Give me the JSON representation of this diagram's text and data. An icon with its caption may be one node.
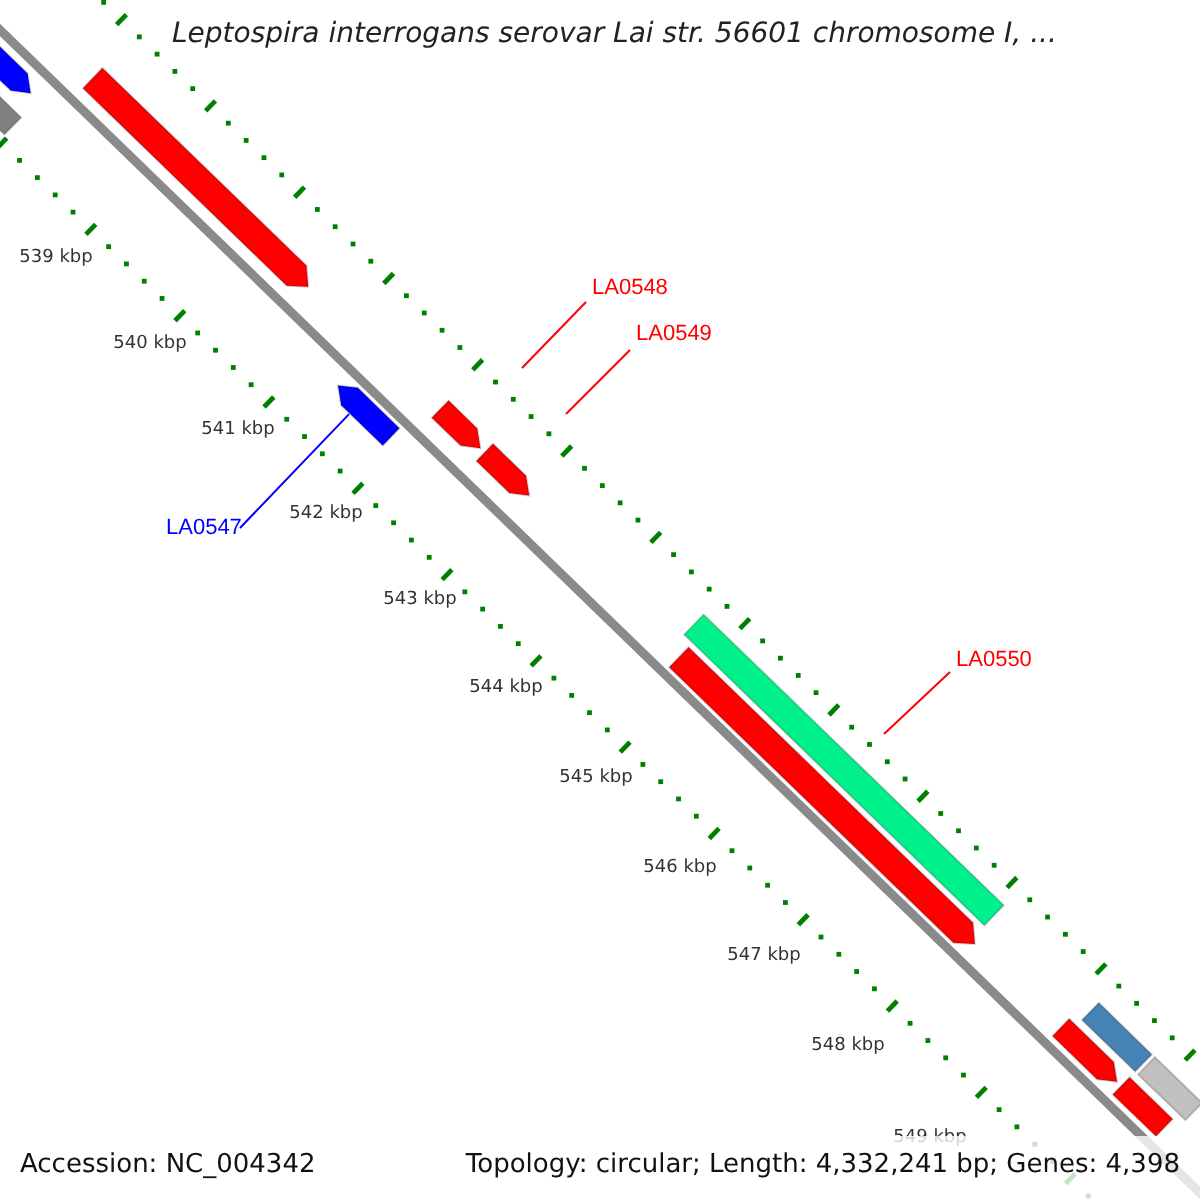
{
  "diagram": {
    "title": "Leptospira interrogans serovar Lai str. 56601 chromosome I, ...",
    "nodes": [
      {
        "text": [],
        "shape": "bar"
      },
      {
        "text": [],
        "shape": "bar"
      },
      {
        "text": [],
        "shape": "bar"
      },
      {
        "text": [
          "LA0548"
        ]
      },
      {
        "text": [
          "LA0549"
        ]
      },
      {
        "text": [],
        "shape": "bar"
      },
      {
        "text": [],
        "shape": "bar"
      },
      {
        "text": [],
        "shape": "bar"
      },
      {
        "text": [
          "LA0547"
        ]
      },
      {
        "text": [
          "LA0550"
        ]
      },
      {
        "text": [],
        "shape": "bar"
      },
      {
        "text": [],
        "shape": "bar"
      },
      {
        "text": [],
        "shape": "bar"
      },
      {
        "text": [],
        "shape": "bar"
      },
      {
        "text": [],
        "shape": "bar"
      },
      {
        "text": [],
        "shape": "bar"
      }
    ],
    "edges": [
      {
        "from": 3,
        "to": 6,
        "arrow": "none"
      },
      {
        "from": 4,
        "to": 7,
        "arrow": "none"
      },
      {
        "from": 8,
        "to": 5,
        "arrow": "none",
        "color": "#0000ff"
      },
      {
        "from": 9,
        "to": 11,
        "arrow": "none"
      }
    ],
    "labels": [
      "539 kbp",
      "540 kbp",
      "541 kbp",
      "542 kbp",
      "543 kbp",
      "544 kbp",
      "545 kbp",
      "546 kbp",
      "547 kbp",
      "548 kbp",
      "549 kbp",
      "Accession: NC_004342",
      "Topology: circular; Length: 4,332,241 bp; Genes: 4,398"
    ]
  }
}
